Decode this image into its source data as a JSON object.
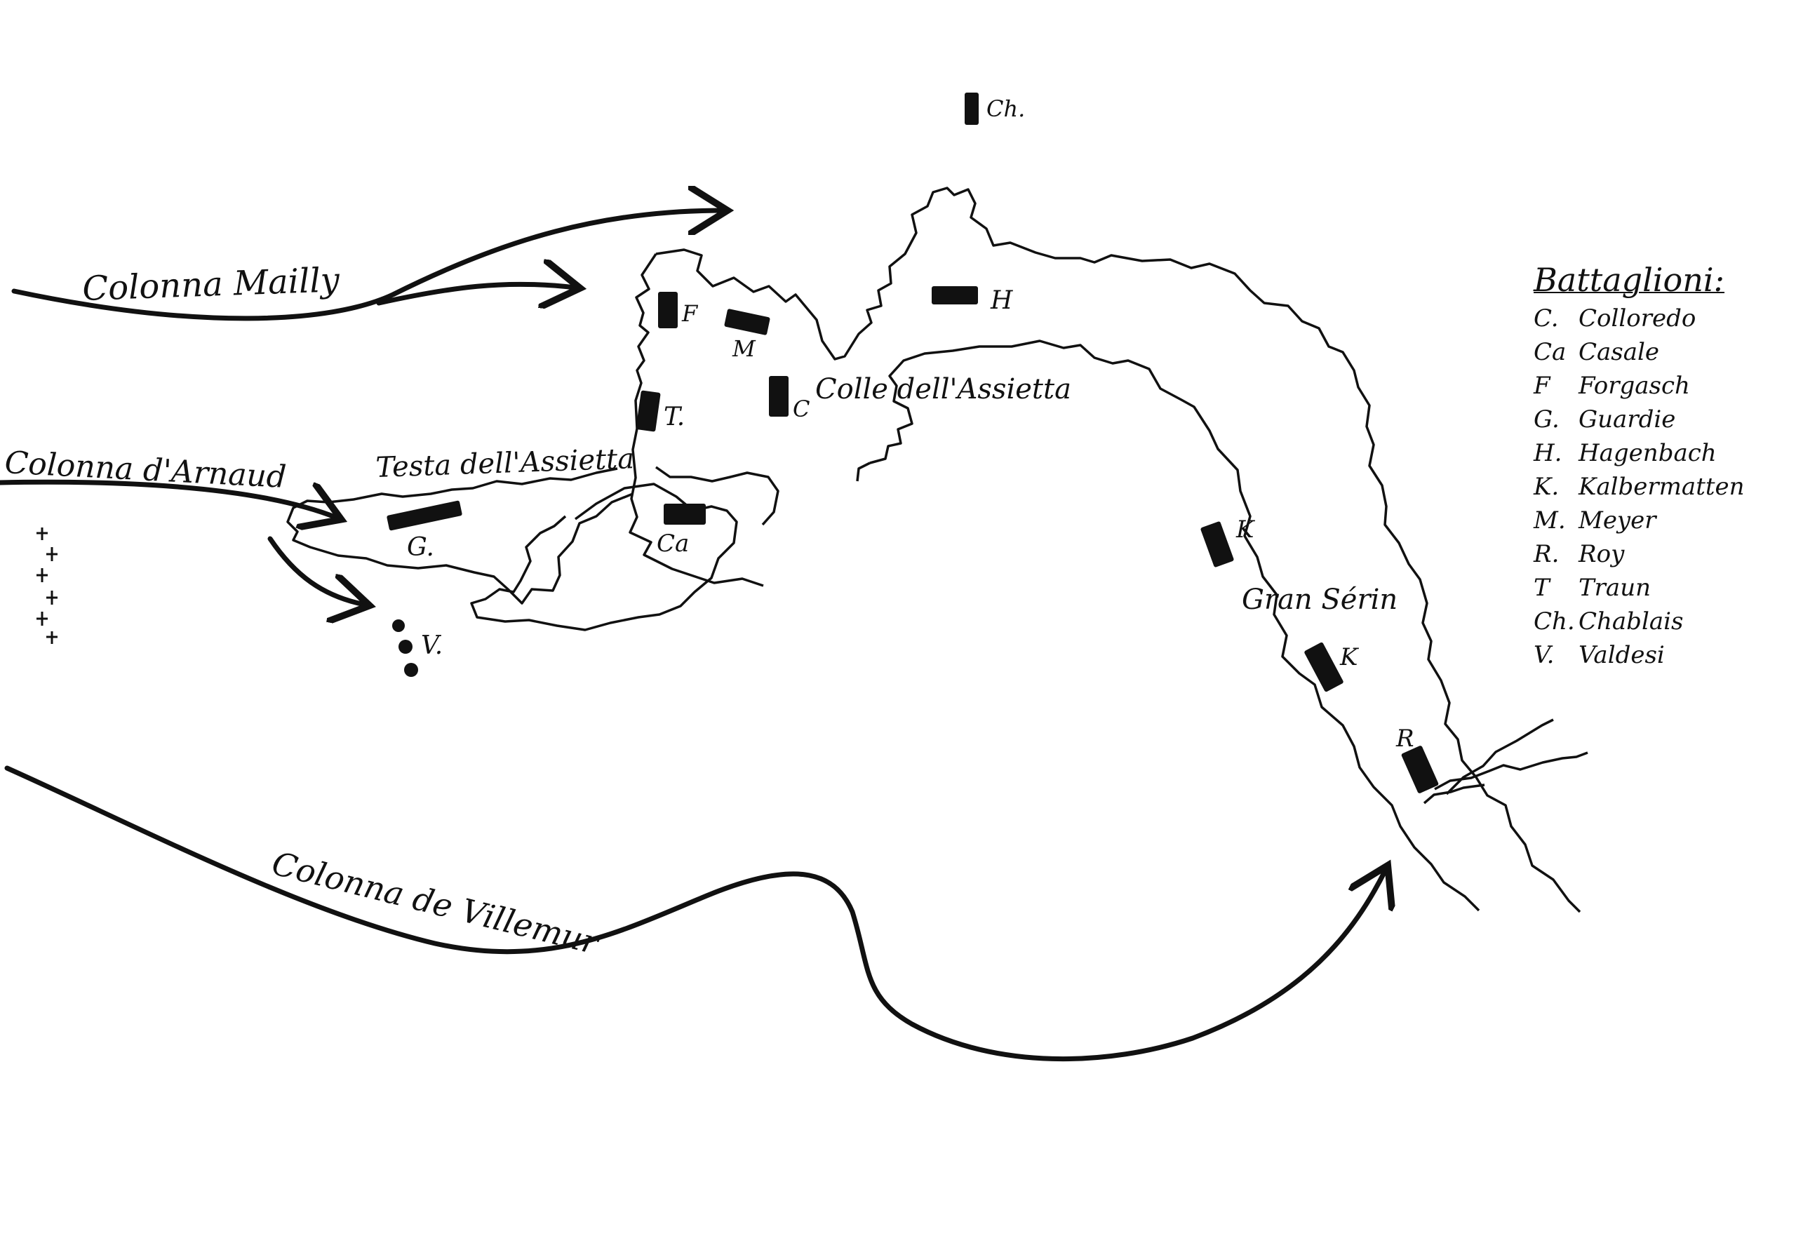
{
  "map": {
    "places": {
      "colle": "Colle dell'Assietta",
      "testa": "Testa dell'Assietta",
      "gran_serin": "Gran Sérin"
    },
    "columns": {
      "mailly": "Colonna Mailly",
      "arnaud": "Colonna d'Arnaud",
      "villemur": "Colonna de Villemur"
    },
    "units": {
      "ch": "Ch.",
      "f": "F",
      "m": "M",
      "h": "H",
      "t": "T.",
      "c": "C",
      "g": "G.",
      "ca": "Ca",
      "v": "V.",
      "k1": "K",
      "k2": "K",
      "r": "R"
    },
    "legend": {
      "title": "Battaglioni:",
      "items": [
        {
          "abbr": "C.",
          "name": "Colloredo"
        },
        {
          "abbr": "Ca",
          "name": "Casale"
        },
        {
          "abbr": "F",
          "name": "Forgasch"
        },
        {
          "abbr": "G.",
          "name": "Guardie"
        },
        {
          "abbr": "H.",
          "name": "Hagenbach"
        },
        {
          "abbr": "K.",
          "name": "Kalbermatten"
        },
        {
          "abbr": "M.",
          "name": "Meyer"
        },
        {
          "abbr": "R.",
          "name": "Roy"
        },
        {
          "abbr": "T",
          "name": "Traun"
        },
        {
          "abbr": "Ch.",
          "name": "Chablais"
        },
        {
          "abbr": "V.",
          "name": "Valdesi"
        }
      ]
    },
    "colors": {
      "ink": "#111111",
      "paper": "#ffffff"
    }
  }
}
